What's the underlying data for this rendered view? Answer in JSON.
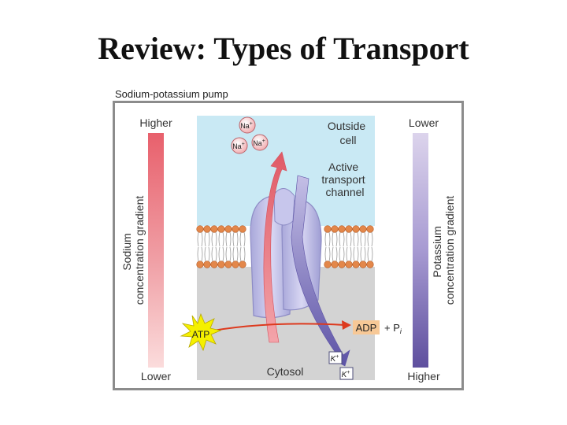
{
  "slide": {
    "title": "Review: Types of Transport"
  },
  "figure": {
    "caption": "Sodium-potassium pump",
    "outside_label": [
      "Outside",
      "cell"
    ],
    "channel_label": [
      "Active",
      "transport",
      "channel"
    ],
    "cytosol_label": "Cytosol",
    "atp_label": "ATP",
    "adp_label": "ADP",
    "pi_label": "+ P",
    "pi_subscript": "i",
    "na_ion": "Na",
    "k_ion": "K",
    "ion_charge": "+",
    "sodium_gradient": {
      "top": "Higher",
      "bottom": "Lower",
      "axis_label": [
        "Sodium",
        "concentration gradient"
      ]
    },
    "potassium_gradient": {
      "top": "Lower",
      "bottom": "Higher",
      "axis_label": [
        "Potassium",
        "concentration gradient"
      ]
    }
  },
  "colors": {
    "outside_fluid": "#c9e9f4",
    "cytosol": "#d3d3d3",
    "sodium_bar": "#e8606c",
    "potassium_bar": "#6e5fa8",
    "lipid_head": "#e3874a",
    "protein": "#bdbce8",
    "atp_burst": "#f5f000",
    "adp_box": "#f7c896"
  }
}
